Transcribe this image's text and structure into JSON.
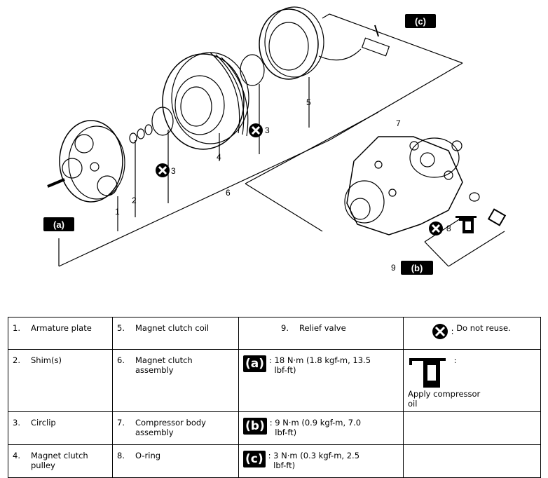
{
  "callouts": {
    "n1": "1",
    "n2": "2",
    "n3a": "3",
    "n3b": "3",
    "n4": "4",
    "n5": "5",
    "n6": "6",
    "n7": "7",
    "n8": "8",
    "n9": "9",
    "tq_a": "(a)",
    "tq_b": "(b)",
    "tq_c": "(c)"
  },
  "legend": {
    "items": [
      {
        "num": "1.",
        "label": "Armature plate"
      },
      {
        "num": "2.",
        "label": "Shim(s)"
      },
      {
        "num": "3.",
        "label": "Circlip"
      },
      {
        "num": "4.",
        "label": "Magnet clutch pulley"
      },
      {
        "num": "5.",
        "label": "Magnet clutch coil"
      },
      {
        "num": "6.",
        "label": "Magnet clutch assembly"
      },
      {
        "num": "7.",
        "label": "Compressor body assembly"
      },
      {
        "num": "8.",
        "label": "O-ring"
      },
      {
        "num": "9.",
        "label": "Relief valve"
      }
    ],
    "torques": [
      {
        "tag": "(a)",
        "value": "18 N·m (1.8 kgf-m, 13.5 lbf-ft)"
      },
      {
        "tag": "(b)",
        "value": "9 N·m (0.9 kgf-m, 7.0 lbf-ft)"
      },
      {
        "tag": "(c)",
        "value": "3 N·m (0.3 kgf-m, 2.5 lbf-ft)"
      }
    ],
    "symbols": {
      "do_not_reuse": "Do not reuse.",
      "apply_oil": "Apply compressor oil"
    }
  }
}
